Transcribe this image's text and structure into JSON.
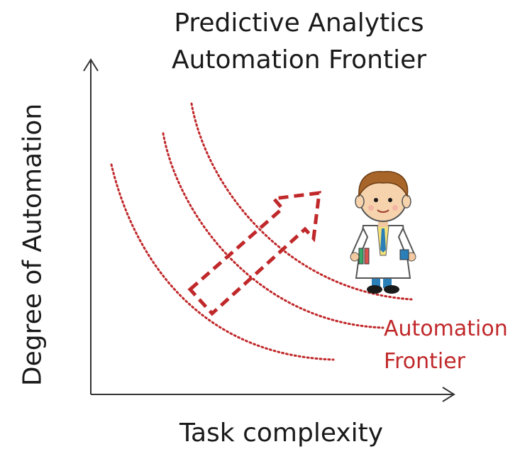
{
  "title": {
    "line1": "Predictive Analytics",
    "line2": "Automation Frontier"
  },
  "axes": {
    "y_label": "Degree of Automation",
    "x_label": "Task complexity"
  },
  "annotation": {
    "line1": "Automation",
    "line2": "Frontier"
  },
  "colors": {
    "frontier": "#c0282a",
    "axis": "#333333"
  },
  "icons": {
    "figure": "scientist-icon"
  }
}
